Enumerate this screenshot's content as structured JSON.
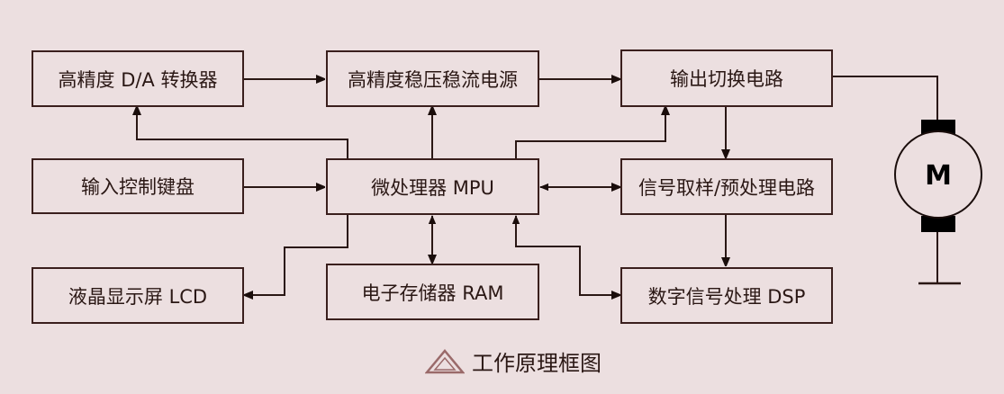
{
  "blocks": {
    "da_converter": "高精度 D/A 转换器",
    "regulated_power": "高精度稳压稳流电源",
    "output_switch": "输出切换电路",
    "input_keyboard": "输入控制键盘",
    "mpu": "微处理器 MPU",
    "signal_sampling": "信号取样/预处理电路",
    "lcd": "液晶显示屏 LCD",
    "ram": "电子存储器 RAM",
    "dsp": "数字信号处理 DSP"
  },
  "motor": {
    "label": "M"
  },
  "caption": "工作原理框图",
  "colors": {
    "background": "#ecdfe0",
    "line": "#2a1714",
    "caption_icon": "#9a6a6a"
  }
}
